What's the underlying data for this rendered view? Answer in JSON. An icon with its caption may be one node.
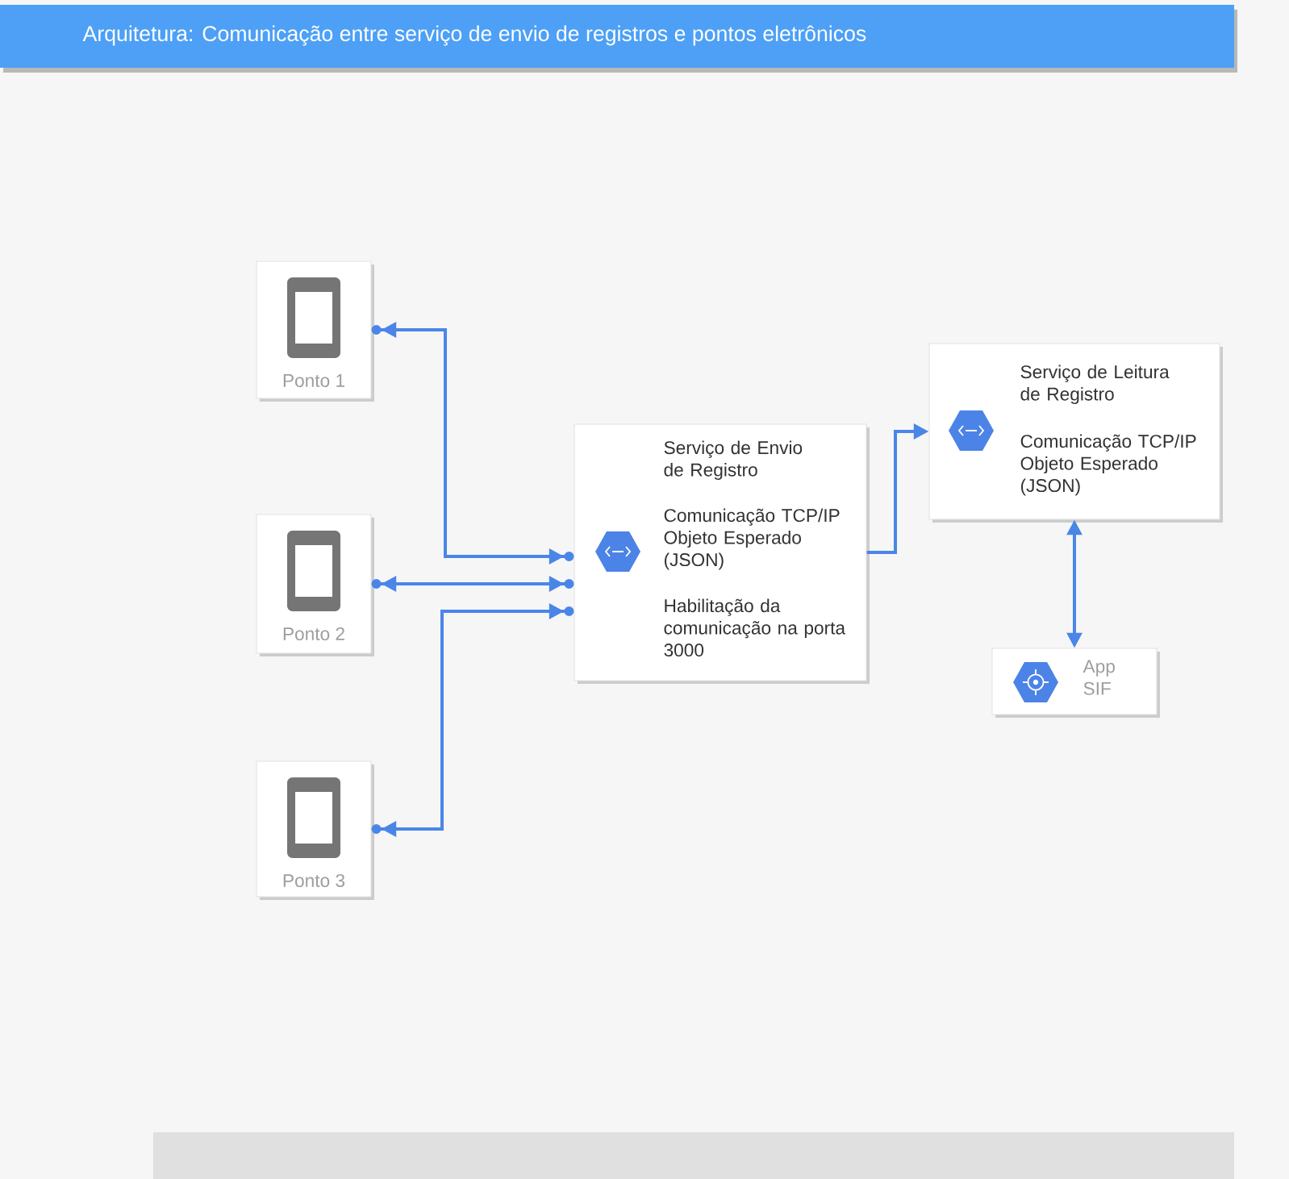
{
  "diagram": {
    "title": "Arquitetura: Comunicação entre serviço de envio de registros e pontos eletrônicos",
    "nodes": [
      {
        "text": [
          "Ponto 1"
        ]
      },
      {
        "text": [
          "Ponto 2"
        ]
      },
      {
        "text": [
          "Ponto 3"
        ]
      },
      {
        "text": [
          "Serviço de Envio de Registro",
          "Comunicação TCP/IP Objeto Esperado (JSON)",
          "Habilitação da comunicação na porta 3000"
        ]
      },
      {
        "text": [
          "Serviço de Leitura de Registro",
          "Comunicação TCP/IP Objeto Esperado (JSON)"
        ]
      },
      {
        "text": [
          "App SIF"
        ]
      }
    ],
    "edges": [
      {
        "from": 0,
        "to": 3,
        "arrow": "both"
      },
      {
        "from": 1,
        "to": 3,
        "arrow": "both"
      },
      {
        "from": 2,
        "to": 3,
        "arrow": "both"
      },
      {
        "from": 3,
        "to": 4,
        "arrow": "to"
      },
      {
        "from": 4,
        "to": 5,
        "arrow": "both"
      }
    ]
  }
}
